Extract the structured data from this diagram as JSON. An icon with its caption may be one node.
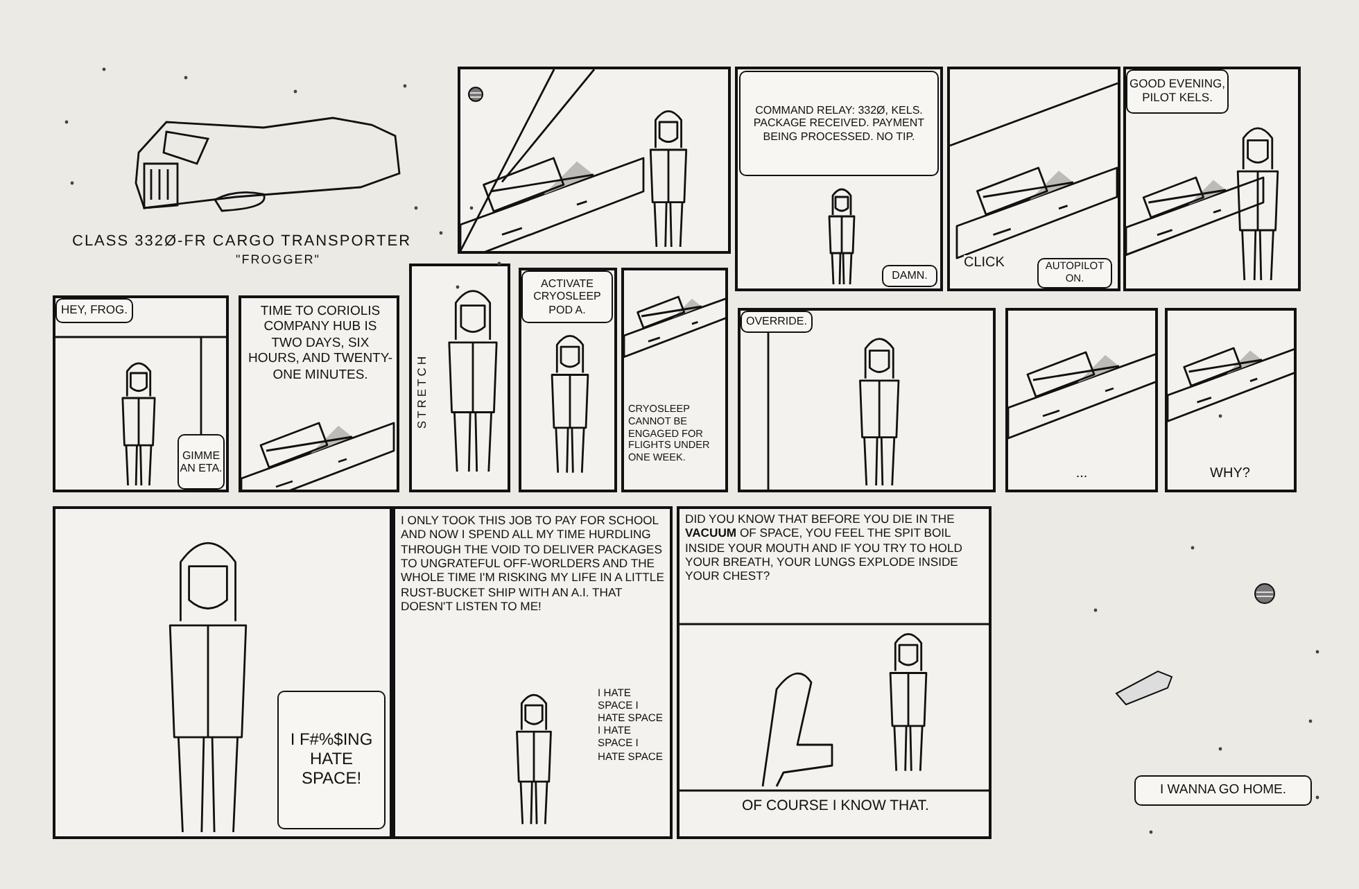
{
  "diagram": {
    "nodes": [
      {
        "text": [],
        "shape": "box"
      },
      {
        "text": [],
        "shape": "box"
      },
      {
        "text": [
          "COMMAND RELAY: 332Ø, KELS. PACKAGE RECEIVED. PAYMENT BEING PROCESSED. NO TIP."
        ],
        "in": 1
      },
      {
        "text": [
          "DAMN."
        ],
        "in": 1
      },
      {
        "text": [
          "CLICK"
        ]
      },
      {
        "text": [
          "AUTOPILOT ON."
        ],
        "in": 4
      },
      {
        "text": [],
        "shape": "box"
      },
      {
        "text": [
          "GOOD EVENING, PILOT KELS."
        ],
        "in": 6
      },
      {
        "text": [],
        "shape": "box"
      },
      {
        "text": [
          "HEY, FROG."
        ],
        "in": 8
      },
      {
        "text": [
          "GIMME AN ETA."
        ],
        "in": 8
      },
      {
        "text": [
          "TIME TO CORIOLIS COMPANY HUB IS TWO DAYS, SIX HOURS, AND TWENTY-ONE MINUTES."
        ]
      },
      {
        "text": [
          "STRETCH"
        ]
      },
      {
        "text": [],
        "shape": "box"
      },
      {
        "text": [
          "ACTIVATE CRYOSLEEP POD A."
        ],
        "in": 13
      },
      {
        "text": [
          "CRYOSLEEP CANNOT BE ENGAGED FOR FLIGHTS UNDER ONE WEEK."
        ]
      },
      {
        "text": [],
        "shape": "box"
      },
      {
        "text": [
          "OVERRIDE."
        ],
        "in": 16
      },
      {
        "text": [
          "..."
        ]
      },
      {
        "text": [
          "WHY?"
        ]
      },
      {
        "text": [],
        "shape": "box"
      },
      {
        "text": [
          "I F#%$ING HATE SPACE!"
        ],
        "in": 20
      },
      {
        "text": [
          "I ONLY TOOK THIS JOB TO PAY FOR SCHOOL AND NOW I SPEND ALL MY TIME HURDLING THROUGH THE VOID TO DELIVER PACKAGES TO UNGRATEFUL OFF-WORLDERS AND THE WHOLE TIME I'M RISKING MY LIFE IN A LITTLE RUST-BUCKET SHIP WITH AN A.I. THAT DOESN'T LISTEN TO ME!",
          "I HATE SPACE I HATE SPACE I HATE SPACE I HATE SPACE"
        ]
      },
      {
        "text": [
          "DID YOU KNOW THAT BEFORE YOU DIE IN THE **VACUUM** OF SPACE, YOU FEEL THE SPIT BOIL INSIDE YOUR MOUTH AND IF YOU TRY TO HOLD YOUR BREATH, YOUR LUNGS EXPLODE INSIDE YOUR CHEST?",
          "OF COURSE I KNOW THAT."
        ]
      },
      {
        "text": [
          "I WANNA GO HOME."
        ]
      }
    ],
    "labels": [
      "CLASS 332Ø-FR CARGO TRANSPORTER",
      "\"FROGGER\""
    ]
  }
}
